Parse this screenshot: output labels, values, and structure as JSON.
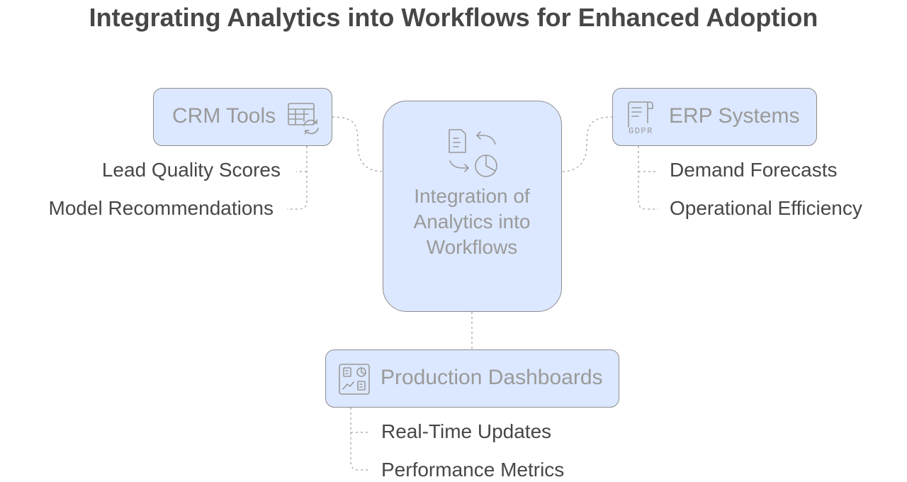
{
  "title": "Integrating Analytics into Workflows for Enhanced Adoption",
  "center": {
    "label": "Integration of Analytics into Workflows",
    "icon": "document-pie-exchange-icon"
  },
  "nodes": [
    {
      "label": "CRM Tools",
      "icon": "spreadsheet-refresh-icon",
      "items": [
        "Lead Quality Scores",
        "Model Recommendations"
      ]
    },
    {
      "label": "ERP Systems",
      "icon": "gdpr-document-icon",
      "icon_text": "GDPR",
      "items": [
        "Demand Forecasts",
        "Operational Efficiency"
      ]
    },
    {
      "label": "Production Dashboards",
      "icon": "dashboard-icon",
      "items": [
        "Real-Time Updates",
        "Performance Metrics"
      ]
    }
  ],
  "colors": {
    "node_fill": "#dce8ff",
    "node_border": "#8d8d8d",
    "node_text": "#9a9a9a",
    "leaf_text": "#474747",
    "connector": "#a0a0a0"
  }
}
